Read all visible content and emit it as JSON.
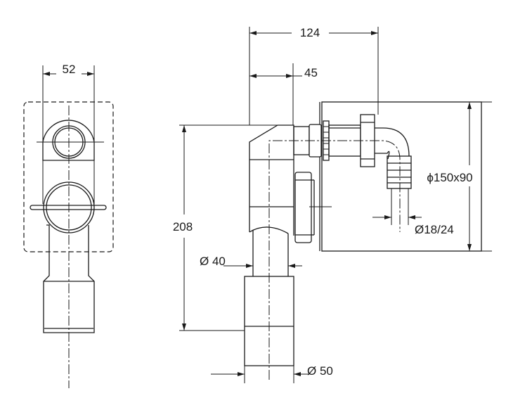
{
  "drawing": {
    "side_view": {
      "width_label": "52"
    },
    "front_view": {
      "depth_label": "124",
      "offset_label": "45",
      "height_label": "208",
      "inlet_label": "Ø 40",
      "outlet_label": "Ø 50",
      "box_label": "ϕ150x90",
      "hose_label": "Ø18/24"
    }
  }
}
